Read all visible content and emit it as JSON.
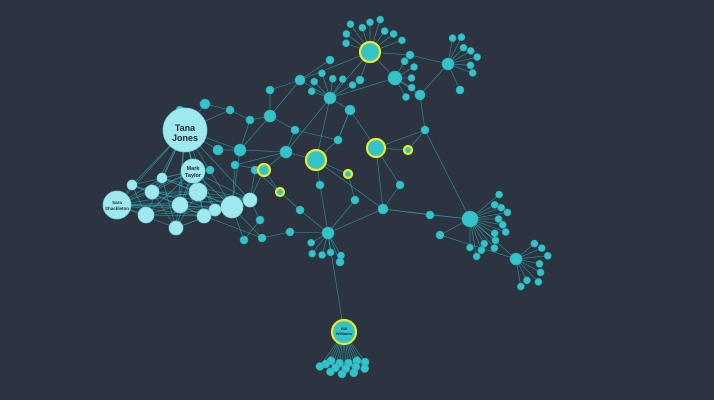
{
  "graph": {
    "background": "#2b3440",
    "edge_color": "#2fb9bf",
    "node_color": "#33c3c9",
    "highlight_ring_color": "#e6ea2a",
    "light_node_color": "#9fe8ee"
  },
  "labels": {
    "tana_jones_line1": "Tana",
    "tana_jones_line2": "Jones",
    "mark_taylor_line1": "Mark",
    "mark_taylor_line2": "Taylor",
    "sara_shackleton_line1": "Sara",
    "sara_shackleton_line2": "Shackleton",
    "bill_williams_line1": "Bill",
    "bill_williams_line2": "Williams"
  }
}
